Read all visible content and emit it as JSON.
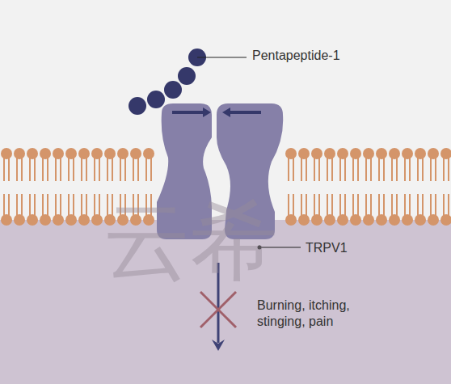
{
  "diagram": {
    "labels": [
      "Pentapeptide-1",
      "TRPV1",
      "Burning, itching, stinging, pain",
      "云希"
    ]
  }
}
